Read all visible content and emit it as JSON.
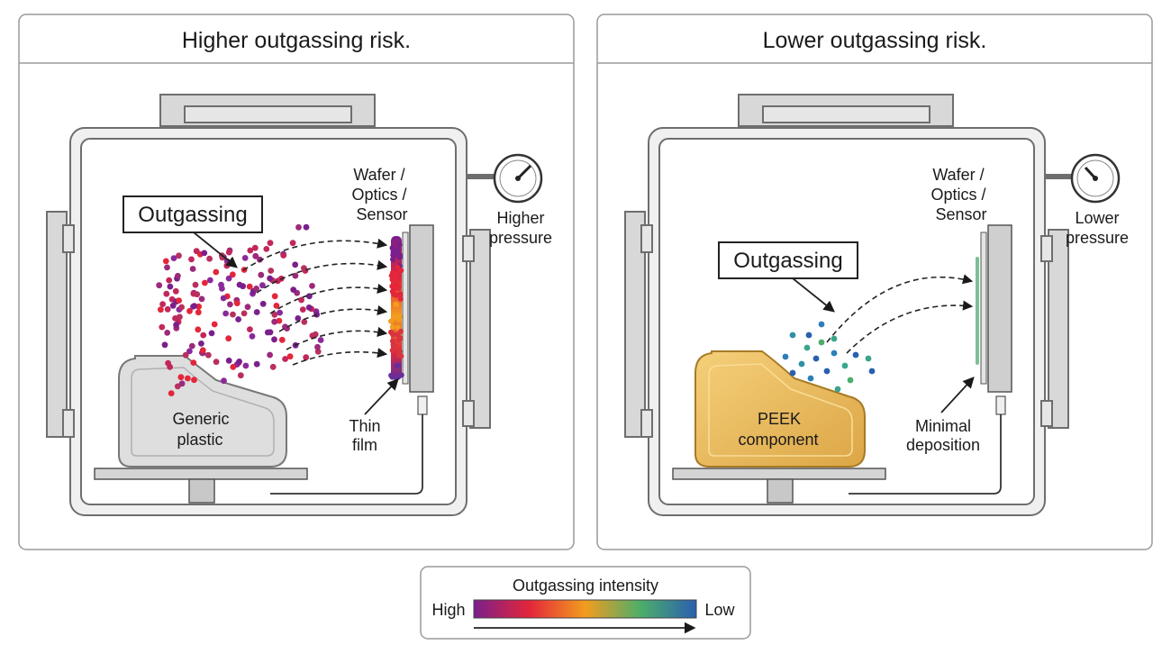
{
  "panels": [
    {
      "title": "Higher outgassing risk.",
      "label_outgassing": "Outgassing",
      "target_line1": "Wafer /",
      "target_line2": "Optics /",
      "target_line3": "Sensor",
      "gauge_line1": "Higher",
      "gauge_line2": "pressure",
      "part_line1": "Generic",
      "part_line2": "plastic",
      "deposit_line1": "Thin",
      "deposit_line2": "film"
    },
    {
      "title": "Lower outgassing risk.",
      "label_outgassing": "Outgassing",
      "target_line1": "Wafer /",
      "target_line2": "Optics /",
      "target_line3": "Sensor",
      "gauge_line1": "Lower",
      "gauge_line2": "pressure",
      "part_line1": "PEEK",
      "part_line2": "component",
      "deposit_line1": "Minimal",
      "deposit_line2": "deposition"
    }
  ],
  "legend": {
    "title": "Outgassing intensity",
    "high_label": "High",
    "low_label": "Low"
  },
  "colors": {
    "high": "#7a1f8c",
    "mid_red": "#e3263a",
    "mid_orange": "#f39c1e",
    "mid_green": "#4cae6a",
    "low": "#2a5fb0",
    "peek": "#e8b654",
    "plastic": "#dcdcdc"
  }
}
